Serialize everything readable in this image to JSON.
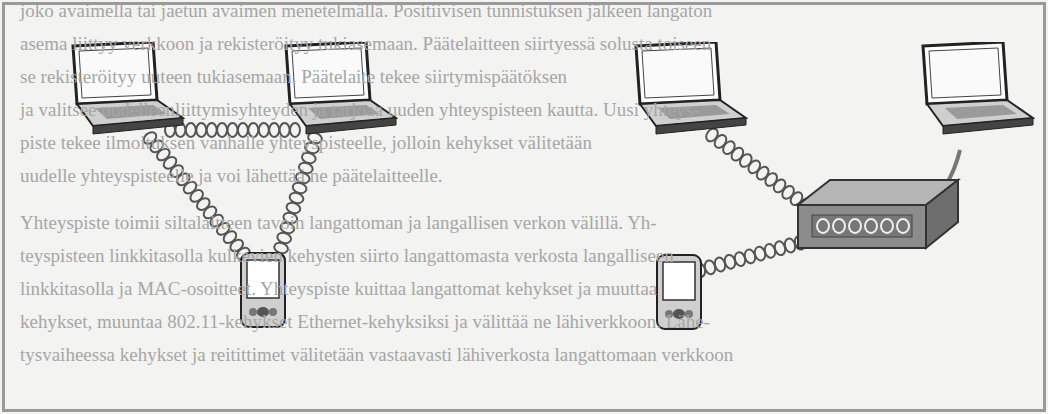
{
  "diagram": {
    "labels": [
      "joko avaimella tai jaetun avaimen menetelmällä. Positiivisen tunnistuksen jälkeen langaton",
      "asema liittyy verkkoon ja rekisteröityy tukiasemaan. Päätelaitteen siirtyessä solusta toiseen",
      "se rekisteröityy uuteen tukiasemaan. Päätelaite tekee siirtymispäätöksen",
      "ja valitsee uudelleenliittymisyhteyden ja tarjoaa uuden yhteyspisteen kautta. Uusi yhteys-",
      "piste tekee ilmoituksen vanhalle yhteyspisteelle, jolloin kehykset välitetään",
      "uudelle yhteyspisteelle ja voi lähettää ne päätelaitteelle.",
      "Yhteyspiste toimii siltalaitteen tavoin langattoman ja langallisen verkon välillä. Yh-",
      "teyspisteen linkkitasolla kulkevien kehysten siirto langattomasta verkosta langalliseen",
      "linkkitasolla ja MAC-osoitteet. Yhteyspiste kuittaa langattomat kehykset ja muuttaa",
      "kehykset, muuntaa 802.11-kehykset Ethernet-kehyksiksi ja välittää ne lähiverkkoon. Lähe-",
      "tysvaiheessa kehykset ja reitittimet välitetään vastaavasti lähiverkosta langattomaan verkkoon"
    ]
  }
}
